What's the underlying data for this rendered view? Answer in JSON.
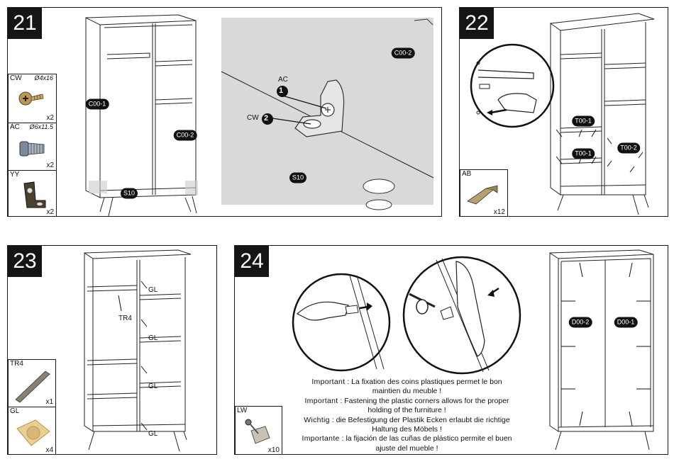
{
  "steps": [
    {
      "number": "21",
      "parts": [
        {
          "code": "CW",
          "size": "Ø4x16",
          "qty": "x2",
          "icon": "screw-icon"
        },
        {
          "code": "AC",
          "size": "Ø6x11.5",
          "qty": "x2",
          "icon": "insert-nut-icon"
        },
        {
          "code": "YY",
          "size": "",
          "qty": "x2",
          "icon": "angle-bracket-icon"
        }
      ],
      "labels": {
        "c001": "C00-1",
        "c002": "C00-2",
        "s10": "S10",
        "zoom_c002": "C00-2",
        "zoom_s10": "S10",
        "zoom_ac": "AC",
        "zoom_cw": "CW",
        "marker_1": "1",
        "marker_2": "2"
      }
    },
    {
      "number": "22",
      "parts": [
        {
          "code": "AB",
          "size": "",
          "qty": "x12",
          "icon": "shelf-pin-icon"
        }
      ],
      "labels": {
        "t001a": "T00-1",
        "t001b": "T00-1",
        "t002": "T00-2"
      }
    },
    {
      "number": "23",
      "parts": [
        {
          "code": "TR4",
          "size": "",
          "qty": "x1",
          "icon": "hanging-rail-icon"
        },
        {
          "code": "GL",
          "size": "",
          "qty": "x4",
          "icon": "shelf-support-icon"
        }
      ],
      "labels": {
        "tr4": "TR4",
        "gl1": "GL",
        "gl2": "GL",
        "gl3": "GL",
        "gl4": "GL"
      }
    },
    {
      "number": "24",
      "parts": [
        {
          "code": "LW",
          "size": "",
          "qty": "x10",
          "icon": "corner-clip-icon"
        }
      ],
      "labels": {
        "d002": "D00-2",
        "d001": "D00-1"
      }
    }
  ],
  "notes": [
    {
      "key": "Important",
      "line1": "La fixation des coins plastiques permet le bon",
      "line2": "maintien du meuble !"
    },
    {
      "key": "Important",
      "line1": "Fastening the plastic corners allows for the proper",
      "line2": "holding of the furniture !"
    },
    {
      "key": "Wichtig",
      "line1": "die Befestigung der Plastik Ecken erlaubt die richtige",
      "line2": "Haltung des Möbels !"
    },
    {
      "key": "Importante",
      "line1": "la fijación de las cuñas de plástico permite el buen",
      "line2": "ajuste del mueble !"
    }
  ],
  "colors": {
    "badge": "#151515",
    "zoom_bg": "#d9d9d9",
    "brass": "#b8975a",
    "wood": "#e9cf92"
  }
}
